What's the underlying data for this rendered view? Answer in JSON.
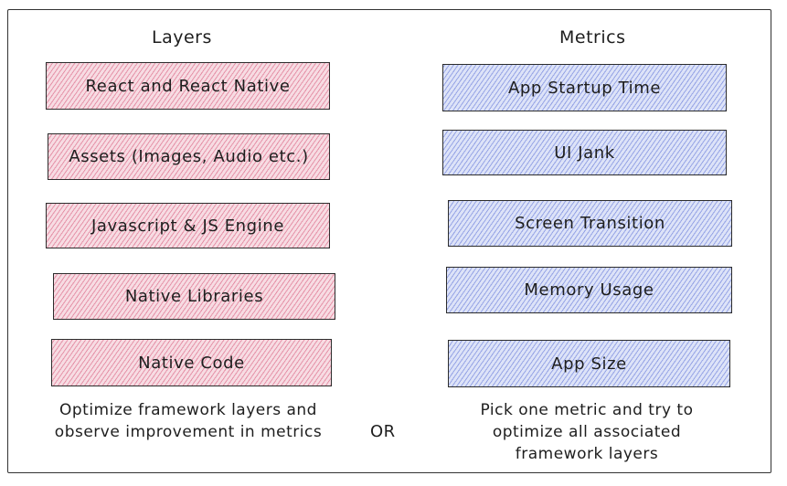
{
  "layers": {
    "title": "Layers",
    "items": [
      "React and React Native",
      "Assets (Images, Audio etc.)",
      "Javascript & JS Engine",
      "Native Libraries",
      "Native Code"
    ],
    "note": "Optimize framework layers and observe improvement in metrics"
  },
  "metrics": {
    "title": "Metrics",
    "items": [
      "App Startup Time",
      "UI Jank",
      "Screen Transition",
      "Memory Usage",
      "App Size"
    ],
    "note": "Pick one metric and try to optimize all associated framework layers"
  },
  "connector": "OR",
  "colors": {
    "layer_fill": "#f7dce3",
    "layer_hatch": "#d65678",
    "metric_fill": "#dde3f8",
    "metric_hatch": "#5c70d6",
    "stroke": "#1e1e1e"
  }
}
